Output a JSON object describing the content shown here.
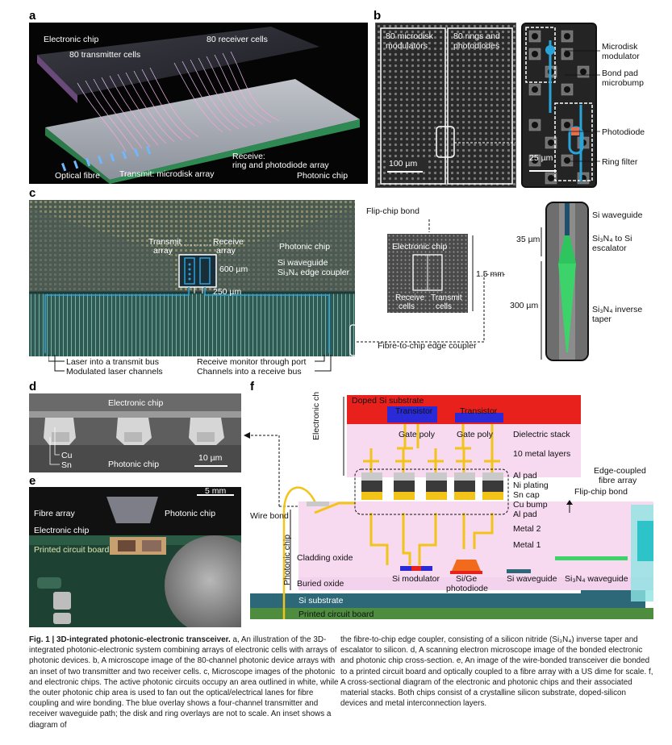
{
  "panel_labels": {
    "a": "a",
    "b": "b",
    "c": "c",
    "d": "d",
    "e": "e",
    "f": "f"
  },
  "panel_a": {
    "electronic_chip": "Electronic chip",
    "transmitter_cells": "80 transmitter cells",
    "receiver_cells": "80 receiver cells",
    "optical_fibre": "Optical fibre",
    "transmit": "Transmit: microdisk array",
    "receive": "Receive:",
    "receive_2": "ring and photodiode array",
    "photonic_chip": "Photonic chip"
  },
  "panel_b": {
    "microdisk_modulators_1": "80 microdisk",
    "microdisk_modulators_2": "modulators",
    "rings_1": "80 rings and",
    "rings_2": "photodiodes",
    "scale_100": "100 µm",
    "scale_25": "25 µm",
    "microdisk_modulator_1": "Microdisk",
    "microdisk_modulator_2": "modulator",
    "bond_pad_1": "Bond pad",
    "bond_pad_2": "microbump",
    "photodiode": "Photodiode",
    "ring_filter": "Ring filter"
  },
  "panel_c": {
    "flip_chip_bond": "Flip-chip bond",
    "transmit_array_1": "Transmit",
    "transmit_array_2": "array",
    "receive_array_1": "Receive",
    "receive_array_2": "array",
    "photonic_chip": "Photonic chip",
    "si_waveguide": "Si waveguide",
    "sin_edge_coupler": "Si₃N₄ edge coupler",
    "dim_600": "600 µm",
    "dim_250": "250 µm",
    "electronic_chip": "Electronic chip",
    "receive_cells_1": "Receive",
    "receive_cells_2": "cells",
    "transmit_cells_1": "Transmit",
    "transmit_cells_2": "cells",
    "dim_1_5": "1.5 mm",
    "laser_1": "Laser into a transmit bus",
    "laser_2": "Modulated laser channels",
    "receive_1": "Receive monitor through port",
    "receive_2": "Channels into a receive bus",
    "fibre_coupler": "Fibre-to-chip edge coupler",
    "taper_si_waveguide": "Si waveguide",
    "taper_escalator_1": "Si₃N₄ to Si",
    "taper_escalator_2": "escalator",
    "taper_inverse_1": "Si₃N₄ inverse",
    "taper_inverse_2": "taper",
    "dim_35": "35 µm",
    "dim_300": "300 µm"
  },
  "panel_d": {
    "electronic_chip": "Electronic chip",
    "photonic_chip": "Photonic chip",
    "cu": "Cu",
    "sn": "Sn",
    "scale": "10 µm"
  },
  "panel_e": {
    "scale": "5 mm",
    "fibre_array": "Fibre array",
    "electronic_chip": "Electronic chip",
    "photonic_chip": "Photonic chip",
    "pcb": "Printed circuit board"
  },
  "panel_f": {
    "doped_si": "Doped Si substrate",
    "transistor": "Transistor",
    "transistor_2": "Transistor",
    "gate_poly": "Gate poly",
    "gate_poly_2": "Gate poly",
    "dielectric": "Dielectric stack",
    "metal_layers": "10 metal layers",
    "electronic_chip": "Electronic chip",
    "al_pad": "Al pad",
    "ni_plating": "Ni plating",
    "sn_cap": "Sn cap",
    "cu_bump": "Cu bump",
    "al_pad_2": "Al pad",
    "flip_chip_bond": "Flip-chip bond",
    "edge_coupled_1": "Edge-coupled",
    "edge_coupled_2": "fibre array",
    "wire_bond": "Wire bond",
    "metal_2": "Metal 2",
    "metal_1": "Metal 1",
    "photonic_chip": "Photonic chip",
    "cladding_oxide": "Cladding oxide",
    "buried_oxide": "Buried oxide",
    "si_modulator": "Si modulator",
    "sige_1": "Si/Ge",
    "sige_2": "photodiode",
    "si_waveguide": "Si waveguide",
    "sin_waveguide": "Si₃N₄ waveguide",
    "si_substrate": "Si substrate",
    "pcb": "Printed circuit board"
  },
  "caption": {
    "fig_label": "Fig. 1 | 3D-integrated photonic-electronic transceiver.",
    "left_text": " a, An illustration of the 3D-integrated photonic-electronic system combining arrays of electronic cells with arrays of photonic devices. b, A microscope image of the 80-channel photonic device arrays with an inset of two transmitter and two receiver cells. c, Microscope images of the photonic and electronic chips. The active photonic circuits occupy an area outlined in white, while the outer photonic chip area is used to fan out the optical/electrical lanes for fibre coupling and wire bonding. The blue overlay shows a four-channel transmitter and receiver waveguide path; the disk and ring overlays are not to scale. An inset shows a diagram of",
    "right_text": "the fibre-to-chip edge coupler, consisting of a silicon nitride (Si₃N₄) inverse taper and escalator to silicon. d, A scanning electron microscope image of the bonded electronic and photonic chip cross-section. e, An image of the wire-bonded transceiver die bonded to a printed circuit board and optically coupled to a fibre array with a US dime for scale. f, A cross-sectional diagram of the electronic and photonic chips and their associated material stacks. Both chips consist of a crystalline silicon substrate, doped-silicon devices and metal interconnection layers."
  },
  "colors": {
    "waveguide_blue": "#2aa3d8",
    "metal_yellow": "#f2c419",
    "pink_dielectric": "#f7d9f0",
    "red_substrate": "#e8211d",
    "teal_substrate": "#2c6878",
    "pcb_green": "#4e8c3f",
    "taper_green": "#3cd46a"
  }
}
